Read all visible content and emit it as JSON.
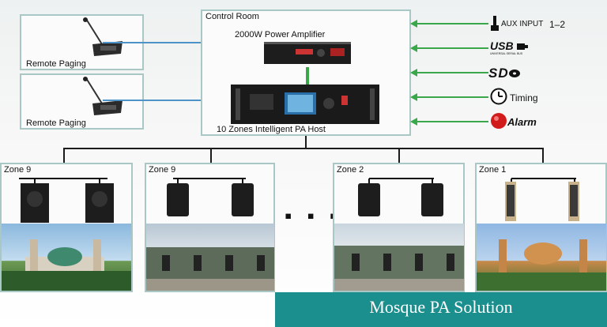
{
  "control_room": {
    "title": "Control Room"
  },
  "amplifier": {
    "label": "2000W Power Amplifier"
  },
  "host": {
    "label": "10 Zones Intelligent PA Host"
  },
  "remote_paging": [
    {
      "label": "Remote Paging"
    },
    {
      "label": "Remote Paging"
    }
  ],
  "inputs": [
    {
      "icon": "aux-input-icon",
      "label": "AUX INPUT",
      "suffix": "1–2"
    },
    {
      "icon": "usb-icon",
      "label": "USB",
      "sublabel": "UNIVERSAL SERIAL BUS"
    },
    {
      "icon": "sd-card-icon",
      "label": "SD"
    },
    {
      "icon": "clock-icon",
      "label": "Timing"
    },
    {
      "icon": "alarm-icon",
      "label": "Alarm"
    }
  ],
  "zones": [
    {
      "label": "Zone 9",
      "speaker": "box-speaker"
    },
    {
      "label": "Zone 9",
      "speaker": "wall-speaker"
    },
    {
      "label": "Zone 2",
      "speaker": "wall-speaker"
    },
    {
      "label": "Zone 1",
      "speaker": "column-speaker"
    }
  ],
  "ellipsis": "▪ ▪ ▪",
  "footer": {
    "title": "Mosque PA Solution"
  },
  "colors": {
    "accent": "#1a8f8e",
    "box_border": "#a9c8c5",
    "signal_line": "#3aa84a",
    "link_line": "#4d93c7"
  }
}
